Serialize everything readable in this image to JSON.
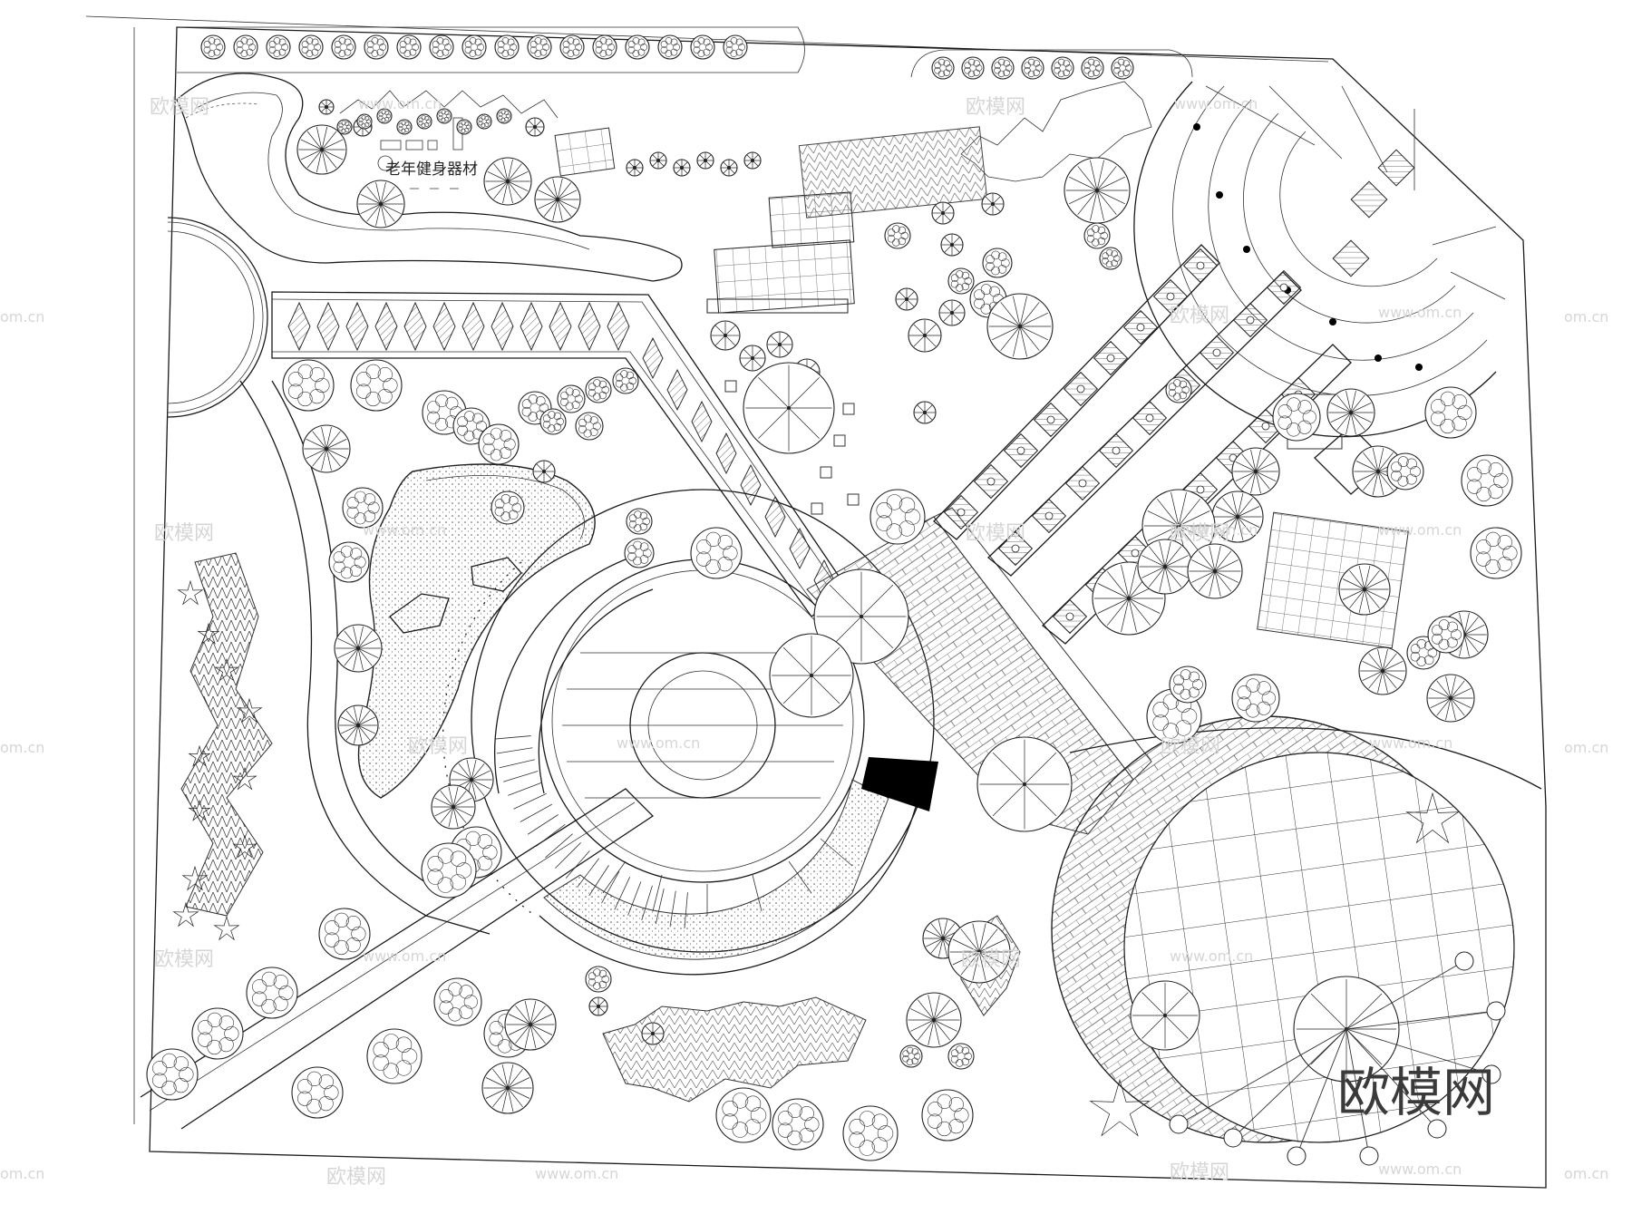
{
  "plan": {
    "label_fitness": "老年健身器材",
    "brand": "欧模网",
    "watermark_text": "欧模网",
    "watermark_url": "www.om.cn",
    "watermark_edge": "om.cn",
    "line_color": "#1a1a1a",
    "fill_dark": "#000000"
  },
  "icons": [
    "tree-symbol-icon",
    "shrub-symbol-icon",
    "palm-symbol-icon",
    "star-plant-icon",
    "lamp-post-icon"
  ]
}
